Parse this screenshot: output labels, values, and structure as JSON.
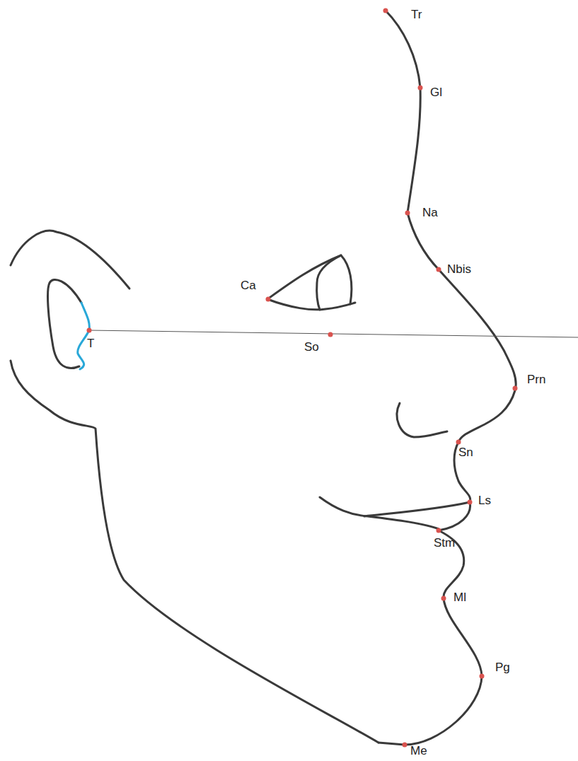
{
  "diagram": {
    "labels": [
      "Tr",
      "Gl",
      "Na",
      "Nbis",
      "Ca",
      "T",
      "So",
      "Prn",
      "Sn",
      "Ls",
      "Stm",
      "Ml",
      "Pg",
      "Me"
    ]
  }
}
